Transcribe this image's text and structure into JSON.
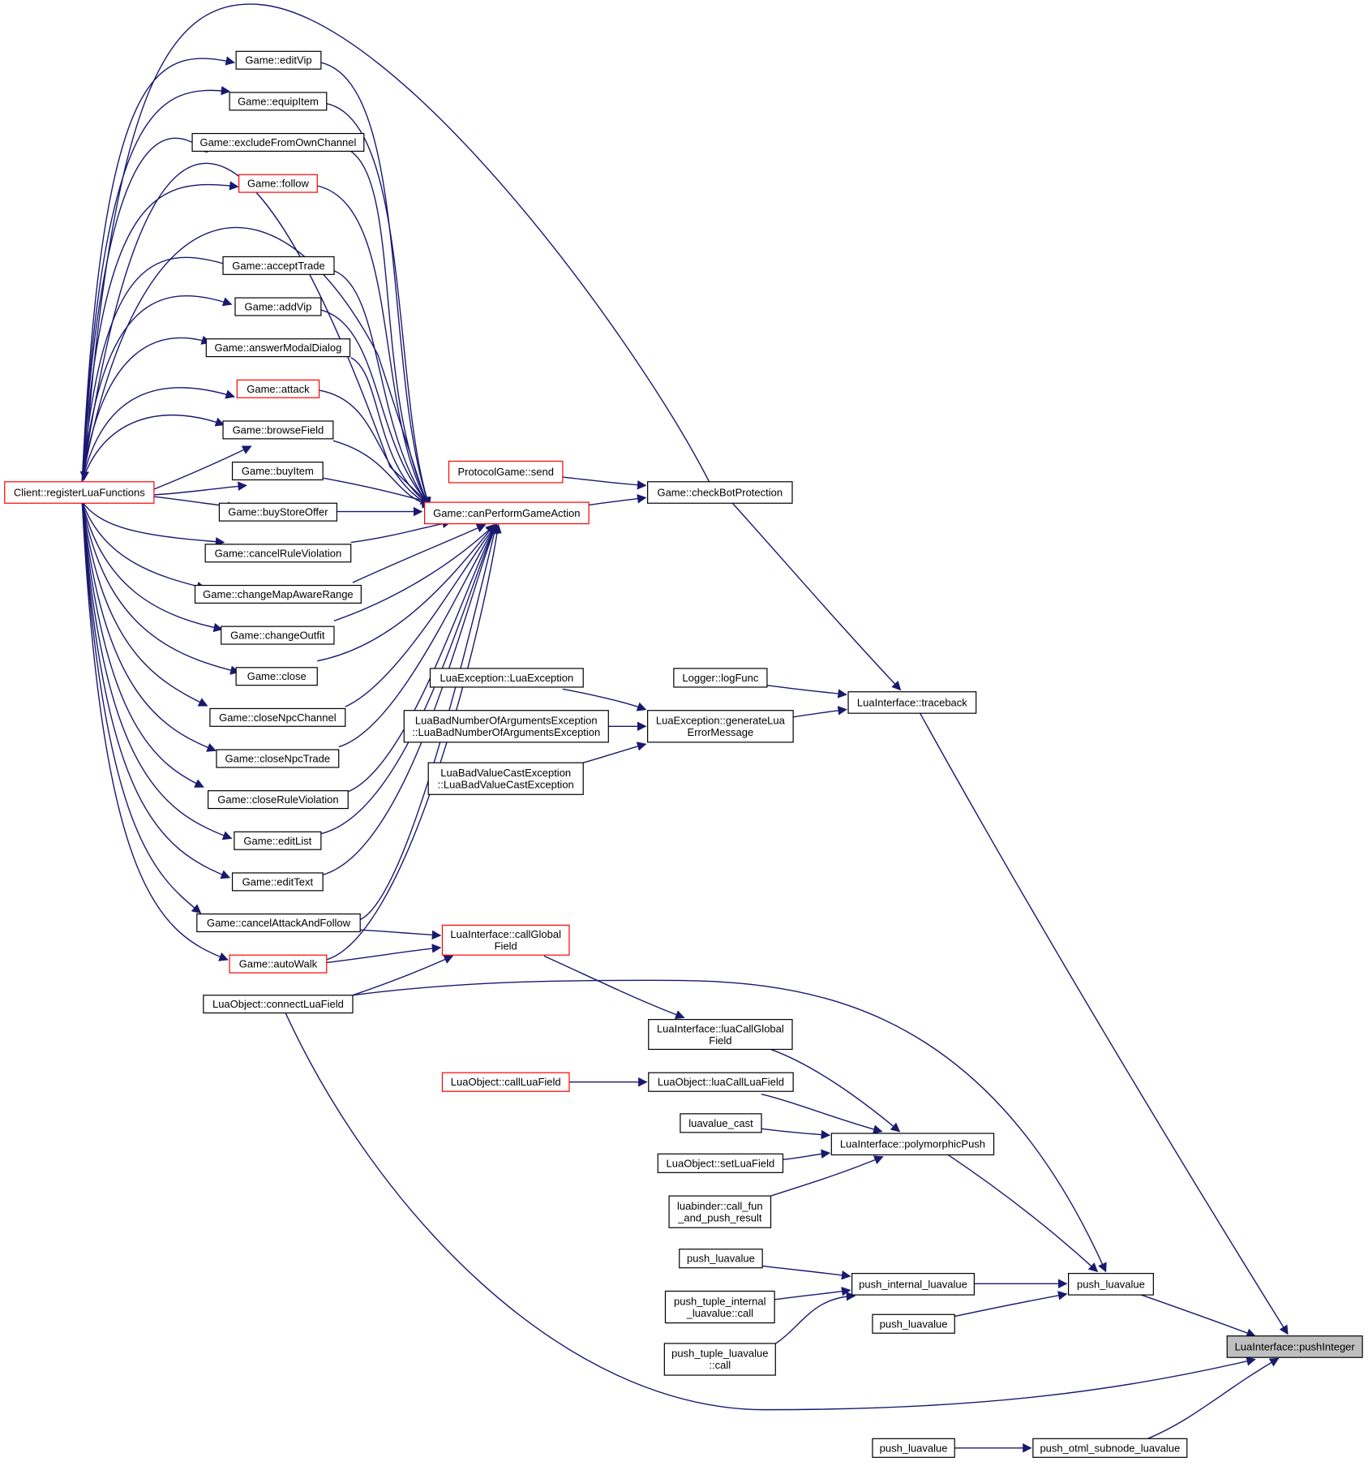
{
  "colors": {
    "edge": "#191970",
    "node_border": "#000000",
    "node_border_truncated": "#ff0000",
    "focus_fill": "#bfbfbf"
  },
  "nodes": {
    "registerLuaFunctions": {
      "label": [
        "Client::registerLuaFunctions"
      ],
      "style": "red"
    },
    "editVip": {
      "label": [
        "Game::editVip"
      ]
    },
    "equipItem": {
      "label": [
        "Game::equipItem"
      ]
    },
    "excludeFromOwnChannel": {
      "label": [
        "Game::excludeFromOwnChannel"
      ]
    },
    "follow": {
      "label": [
        "Game::follow"
      ],
      "style": "red"
    },
    "acceptTrade": {
      "label": [
        "Game::acceptTrade"
      ]
    },
    "addVip": {
      "label": [
        "Game::addVip"
      ]
    },
    "answerModalDialog": {
      "label": [
        "Game::answerModalDialog"
      ]
    },
    "attack": {
      "label": [
        "Game::attack"
      ],
      "style": "red"
    },
    "browseField": {
      "label": [
        "Game::browseField"
      ]
    },
    "buyItem": {
      "label": [
        "Game::buyItem"
      ]
    },
    "buyStoreOffer": {
      "label": [
        "Game::buyStoreOffer"
      ]
    },
    "cancelRuleViolation": {
      "label": [
        "Game::cancelRuleViolation"
      ]
    },
    "changeMapAwareRange": {
      "label": [
        "Game::changeMapAwareRange"
      ]
    },
    "changeOutfit": {
      "label": [
        "Game::changeOutfit"
      ]
    },
    "close": {
      "label": [
        "Game::close"
      ]
    },
    "closeNpcChannel": {
      "label": [
        "Game::closeNpcChannel"
      ]
    },
    "closeNpcTrade": {
      "label": [
        "Game::closeNpcTrade"
      ]
    },
    "closeRuleViolation": {
      "label": [
        "Game::closeRuleViolation"
      ]
    },
    "editList": {
      "label": [
        "Game::editList"
      ]
    },
    "editText": {
      "label": [
        "Game::editText"
      ]
    },
    "cancelAttackAndFollow": {
      "label": [
        "Game::cancelAttackAndFollow"
      ]
    },
    "autoWalk": {
      "label": [
        "Game::autoWalk"
      ],
      "style": "red"
    },
    "connectLuaField": {
      "label": [
        "LuaObject::connectLuaField"
      ]
    },
    "protocolSend": {
      "label": [
        "ProtocolGame::send"
      ],
      "style": "red"
    },
    "canPerformGameAction": {
      "label": [
        "Game::canPerformGameAction"
      ],
      "style": "red"
    },
    "checkBotProtection": {
      "label": [
        "Game::checkBotProtection"
      ]
    },
    "luaException": {
      "label": [
        "LuaException::LuaException"
      ]
    },
    "luaBadNumberOfArgs": {
      "label": [
        "LuaBadNumberOfArgumentsException",
        "::LuaBadNumberOfArgumentsException"
      ]
    },
    "luaBadValueCast": {
      "label": [
        "LuaBadValueCastException",
        "::LuaBadValueCastException"
      ]
    },
    "generateLuaErrorMessage": {
      "label": [
        "LuaException::generateLua",
        "ErrorMessage"
      ]
    },
    "logFunc": {
      "label": [
        "Logger::logFunc"
      ]
    },
    "traceback": {
      "label": [
        "LuaInterface::traceback"
      ]
    },
    "callGlobalField": {
      "label": [
        "LuaInterface::callGlobal",
        "Field"
      ],
      "style": "red"
    },
    "luaCallGlobalField": {
      "label": [
        "LuaInterface::luaCallGlobal",
        "Field"
      ]
    },
    "callLuaField": {
      "label": [
        "LuaObject::callLuaField"
      ],
      "style": "red"
    },
    "luaCallLuaField": {
      "label": [
        "LuaObject::luaCallLuaField"
      ]
    },
    "luavalueCast": {
      "label": [
        "luavalue_cast"
      ]
    },
    "setLuaField": {
      "label": [
        "LuaObject::setLuaField"
      ]
    },
    "callFunAndPush": {
      "label": [
        "luabinder::call_fun",
        "_and_push_result"
      ]
    },
    "polymorphicPush": {
      "label": [
        "LuaInterface::polymorphicPush"
      ]
    },
    "pushLuavalueA": {
      "label": [
        "push_luavalue"
      ]
    },
    "pushTupleInternal": {
      "label": [
        "push_tuple_internal",
        "_luavalue::call"
      ]
    },
    "pushTupleLuavalue": {
      "label": [
        "push_tuple_luavalue",
        "::call"
      ]
    },
    "pushInternalLuavalue": {
      "label": [
        "push_internal_luavalue"
      ]
    },
    "pushLuavalueMain": {
      "label": [
        "push_luavalue"
      ]
    },
    "pushLuavalueB": {
      "label": [
        "push_luavalue"
      ]
    },
    "pushInteger": {
      "label": [
        "LuaInterface::pushInteger"
      ],
      "style": "focus"
    },
    "pushLuavalueC": {
      "label": [
        "push_luavalue"
      ]
    },
    "pushOtmlSubnode": {
      "label": [
        "push_otml_subnode_luavalue"
      ]
    }
  }
}
